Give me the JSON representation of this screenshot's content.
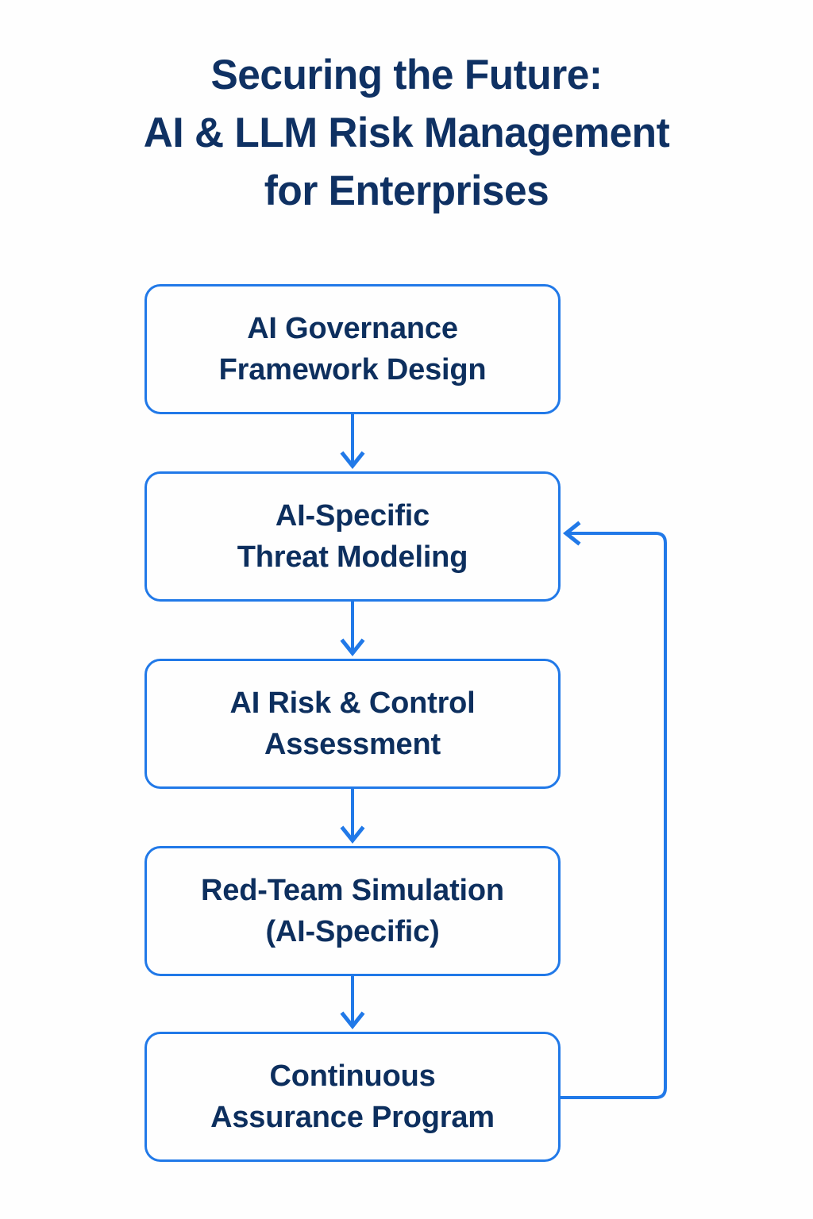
{
  "page": {
    "background_color": "#fefefe",
    "accent_color": "#2179e8",
    "text_color": "#0d2f5e",
    "title_color": "#0f3163"
  },
  "title": {
    "line1": "Securing the Future:",
    "line2": "AI & LLM Risk Management",
    "line3": "for Enterprises",
    "full": "Securing the Future: AI & LLM Risk Management for Enterprises"
  },
  "diagram": {
    "type": "flowchart",
    "orientation": "vertical",
    "nodes": [
      {
        "id": "node-1",
        "step": 1,
        "label": "AI Governance\nFramework Design"
      },
      {
        "id": "node-2",
        "step": 2,
        "label": "AI-Specific\nThreat Modeling"
      },
      {
        "id": "node-3",
        "step": 3,
        "label": "AI Risk & Control\nAssessment"
      },
      {
        "id": "node-4",
        "step": 4,
        "label": "Red-Team Simulation\n(AI-Specific)"
      },
      {
        "id": "node-5",
        "step": 5,
        "label": "Continuous\nAssurance Program"
      }
    ],
    "edges": [
      {
        "from": "node-1",
        "to": "node-2",
        "kind": "down-arrow"
      },
      {
        "from": "node-2",
        "to": "node-3",
        "kind": "down-arrow"
      },
      {
        "from": "node-3",
        "to": "node-4",
        "kind": "down-arrow"
      },
      {
        "from": "node-4",
        "to": "node-5",
        "kind": "down-arrow"
      },
      {
        "from": "node-5",
        "to": "node-2",
        "kind": "feedback-loop-right"
      }
    ]
  }
}
